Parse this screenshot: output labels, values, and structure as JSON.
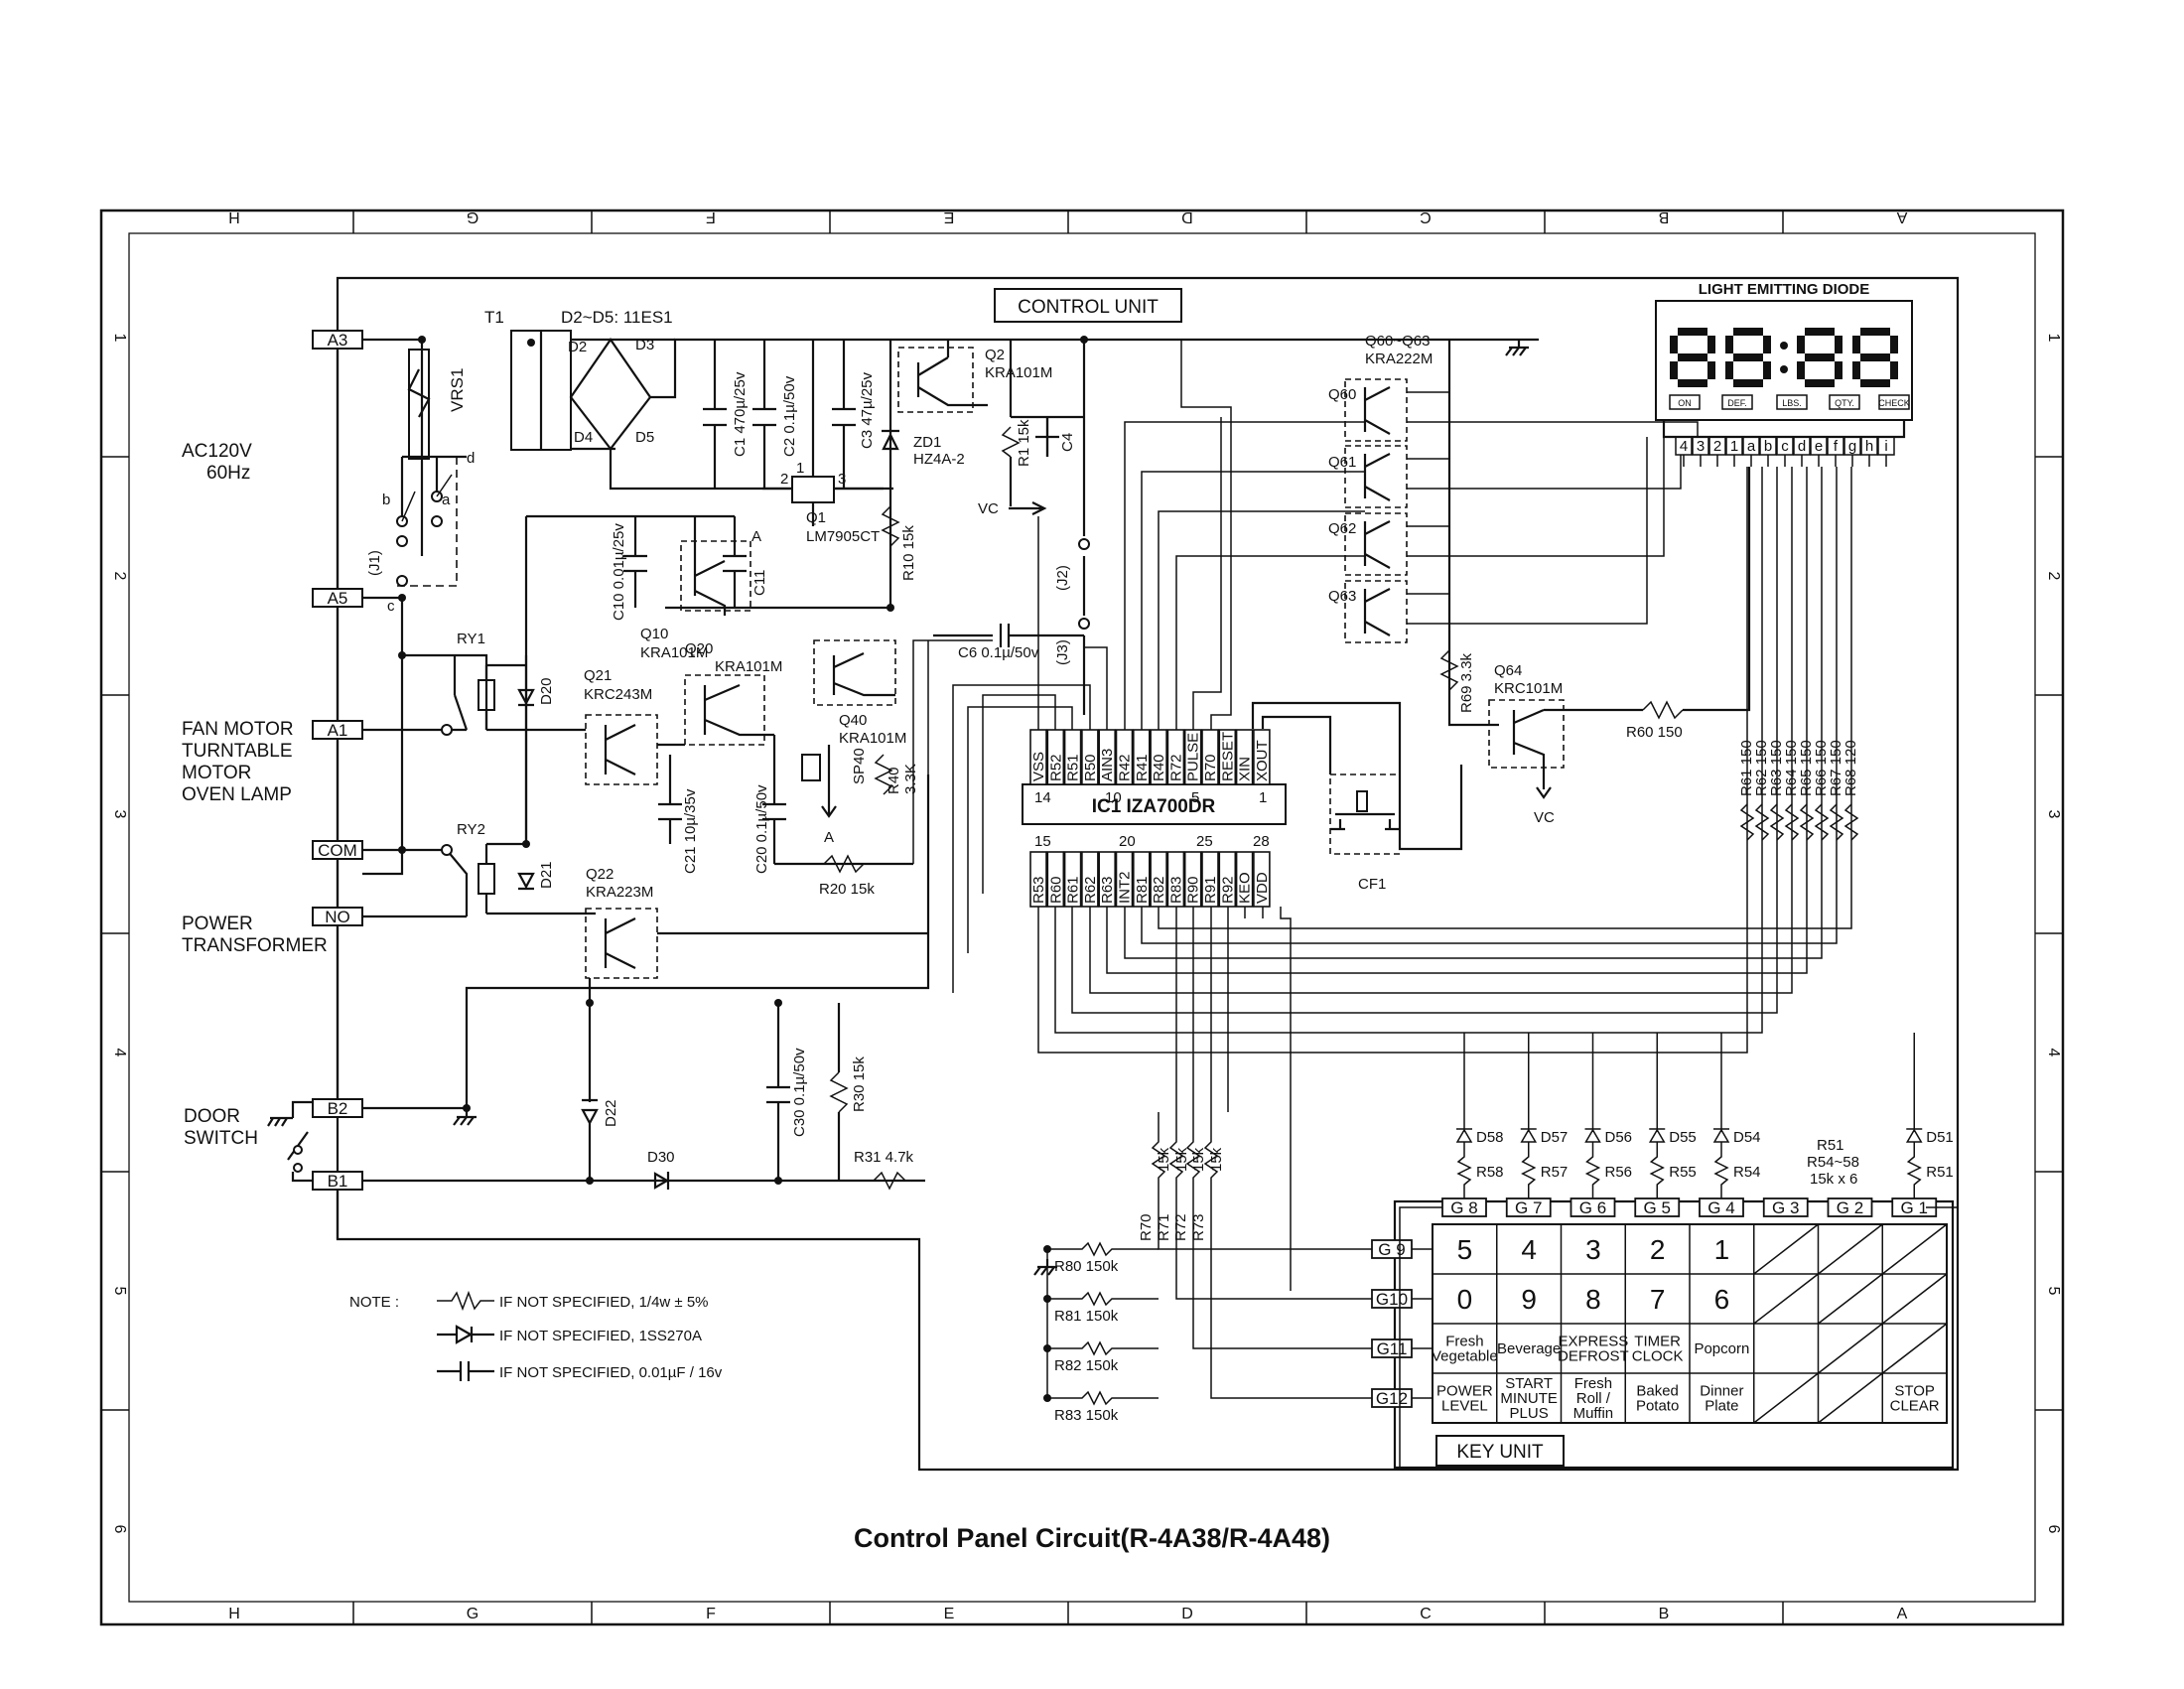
{
  "title": "Control Panel Circuit(R-4A38/R-4A48)",
  "control_unit_label": "CONTROL UNIT",
  "key_unit_label": "KEY UNIT",
  "border": {
    "columns": [
      "H",
      "G",
      "F",
      "E",
      "D",
      "C",
      "B",
      "A"
    ],
    "rows": [
      "1",
      "2",
      "3",
      "4",
      "5",
      "6"
    ]
  },
  "power": {
    "supply": "AC120V",
    "freq": "60Hz"
  },
  "terminals": [
    "A3",
    "A5",
    "A1",
    "COM",
    "NO",
    "B2",
    "B1"
  ],
  "loads": {
    "fan_line1": "FAN MOTOR",
    "fan_line2": "TURNTABLE",
    "fan_line3": "MOTOR",
    "fan_line4": "OVEN LAMP",
    "power_line1": "POWER",
    "power_line2": "TRANSFORMER",
    "door_line1": "DOOR",
    "door_line2": "SWITCH"
  },
  "display": {
    "title": "LIGHT EMITTING DIODE",
    "indicators": [
      "ON",
      "DEF.",
      "LBS.",
      "QTY.",
      "CHECK"
    ],
    "pins": [
      "4",
      "3",
      "2",
      "1",
      "a",
      "b",
      "c",
      "d",
      "e",
      "f",
      "g",
      "h",
      "i"
    ]
  },
  "ic": {
    "name": "IC1  IZA700DR",
    "top_pins": [
      "VSS",
      "R52",
      "R51",
      "R50",
      "AIN3",
      "R42",
      "R41",
      "R40",
      "R72",
      "PULSE",
      "R70",
      "RESET",
      "XIN",
      "XOUT"
    ],
    "top_nums": [
      "14",
      "10",
      "5",
      "1"
    ],
    "bottom_pins": [
      "R53",
      "R60",
      "R61",
      "R62",
      "R63",
      "INT2",
      "R81",
      "R82",
      "R83",
      "R90",
      "R91",
      "R92",
      "KEO",
      "VDD"
    ],
    "bottom_nums": [
      "15",
      "20",
      "25",
      "28"
    ]
  },
  "components": {
    "T1": "T1",
    "D2_D5": "D2~D5: 11ES1",
    "D2": "D2",
    "D3": "D3",
    "D4": "D4",
    "D5": "D5",
    "VRS1": "VRS1",
    "J1": "(J1)",
    "sw_a": "a",
    "sw_b": "b",
    "sw_c": "c",
    "sw_d": "d",
    "C1": "C1 470µ/25v",
    "C2": "C2 0.1µ/50v",
    "C3": "C3 47µ/25v",
    "Q1": "Q1",
    "Q1_part": "LM7905CT",
    "Q1_pin1": "1",
    "Q1_pin2": "2",
    "Q1_pin3": "3",
    "Q2": "Q2",
    "Q2_part": "KRA101M",
    "ZD1": "ZD1",
    "ZD1_part": "HZ4A-2",
    "R1": "R1 15k",
    "C4": "C4",
    "VC": "VC",
    "C10": "C10 0.01µ/25v",
    "C11": "C11",
    "Q10": "Q10",
    "Q10_part": "KRA101M",
    "R10": "R10 15k",
    "J2": "(J2)",
    "J3": "(J3)",
    "C6": "C6 0.1µ/50v",
    "RY1": "RY1",
    "RY2": "RY2",
    "D20": "D20",
    "D21": "D21",
    "Q21": "Q21",
    "Q21_part": "KRC243M",
    "Q20": "Q20",
    "Q20_part": "KRA101M",
    "C21": "C21 10µ/35v",
    "Q40": "Q40",
    "Q40_part": "KRA101M",
    "SP40": "SP40",
    "R40": "R40",
    "R40_val": "3.3K",
    "C20": "C20 0.1µ/50v",
    "A_mark": "A",
    "R20": "R20 15k",
    "Q22": "Q22",
    "Q22_part": "KRA223M",
    "D22": "D22",
    "C30": "C30 0.1µ/50v",
    "R30": "R30 15k",
    "R31": "R31 4.7k",
    "D30": "D30",
    "Q60_63": "Q60~Q63",
    "Q60_63_part": "KRA222M",
    "Q60": "Q60",
    "Q61": "Q61",
    "Q62": "Q62",
    "Q63": "Q63",
    "R69": "R69 3.3k",
    "Q64": "Q64",
    "Q64_part": "KRC101M",
    "R60": "R60 150",
    "CF1": "CF1",
    "seg_resistors": [
      "R61 150",
      "R62 150",
      "R63 150",
      "R64 150",
      "R65 150",
      "R66 150",
      "R67 150",
      "R68 120"
    ],
    "key_resistors": [
      "R70",
      "R71",
      "R72",
      "R73"
    ],
    "key_resistor_val": "15k",
    "R80": "R80 150k",
    "R81": "R81 150k",
    "R82": "R82 150k",
    "R83": "R83 150k",
    "diodes": [
      "D58",
      "D57",
      "D56",
      "D55",
      "D54",
      "D51"
    ],
    "diode_res": [
      "R58",
      "R57",
      "R56",
      "R55",
      "R54",
      "R51"
    ],
    "R51_note1": "R51",
    "R51_note2": "R54~58",
    "R51_note3": "15k x 6"
  },
  "key_unit": {
    "grids": [
      "G 8",
      "G 7",
      "G 6",
      "G 5",
      "G 4",
      "G 3",
      "G 2",
      "G 1"
    ],
    "rows_labels": [
      "G 9",
      "G10",
      "G11",
      "G12"
    ],
    "row1": [
      "5",
      "4",
      "3",
      "2",
      "1"
    ],
    "row2": [
      "0",
      "9",
      "8",
      "7",
      "6"
    ],
    "row3": [
      "Fresh",
      "Vegetable",
      "Beverage",
      "EXPRESS",
      "DEFROST",
      "TIMER",
      "CLOCK",
      "Popcorn"
    ],
    "row4": [
      "POWER",
      "LEVEL",
      "START",
      "MINUTE",
      "PLUS",
      "Fresh",
      "Roll /",
      "Muffin",
      "Baked",
      "Potato",
      "Dinner",
      "Plate",
      "STOP",
      "CLEAR"
    ]
  },
  "note": {
    "heading": "NOTE :",
    "line1": "IF NOT SPECIFIED,  1/4w ± 5%",
    "line2": "IF NOT SPECIFIED,  1SS270A",
    "line3": "IF NOT SPECIFIED,  0.01µF / 16v"
  }
}
